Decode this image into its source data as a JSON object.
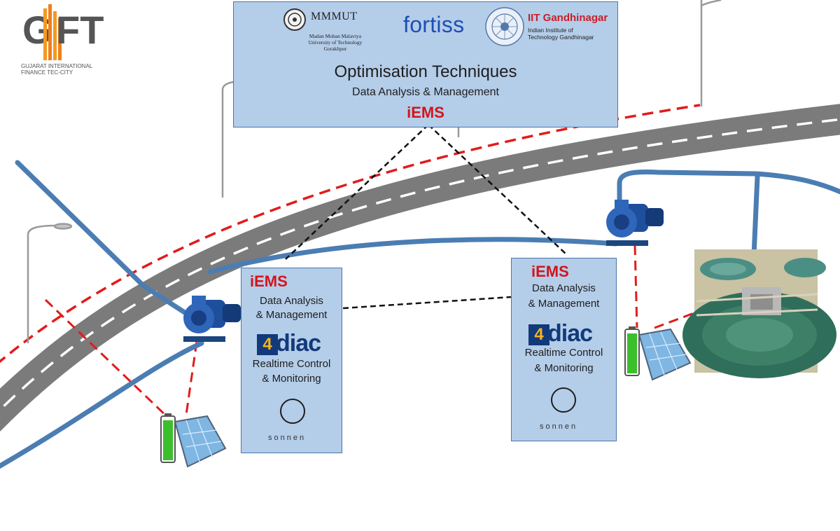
{
  "header_box": {
    "mmmut_name": "MMMUT",
    "mmmut_sub": [
      "Madan Mohan Malaviya",
      "University of Technology",
      "Gorakhpur"
    ],
    "fortiss": "fortiss",
    "iitg_name": "IIT Gandhinagar",
    "iitg_sub": [
      "Indian Institute of",
      "Technology Gandhinagar"
    ],
    "title": "Optimisation Techniques",
    "subtitle": "Data Analysis & Management",
    "iems": "iEMS"
  },
  "gift_logo": {
    "mark_g": "G",
    "mark_ft": "FT",
    "tagline": [
      "GUJARAT INTERNATIONAL",
      "FINANCE TEC-CITY"
    ]
  },
  "nodes": [
    {
      "iems": "iEMS",
      "analysis": [
        "Data Analysis",
        "& Management"
      ],
      "diac_badge": "4",
      "diac_word": "diac",
      "control": [
        "Realtime Control",
        "& Monitoring"
      ],
      "sonnen": "sonnen"
    },
    {
      "iems": "iEMS",
      "analysis": [
        "Data Analysis",
        "& Management"
      ],
      "diac_badge": "4",
      "diac_word": "diac",
      "control": [
        "Realtime Control",
        "& Monitoring"
      ],
      "sonnen": "sonnen"
    }
  ],
  "colors": {
    "road": "#7b7b7b",
    "road_marking": "#ffffff",
    "pipe": "#4b7db3",
    "power_line": "#e21b1b",
    "box_fill": "#b4cde9",
    "box_border": "#4a76a8",
    "iems_red": "#d2151c",
    "pump": "#1e4f9c",
    "battery": "#3bbf2a",
    "water_plant": "#2f6e5a"
  }
}
